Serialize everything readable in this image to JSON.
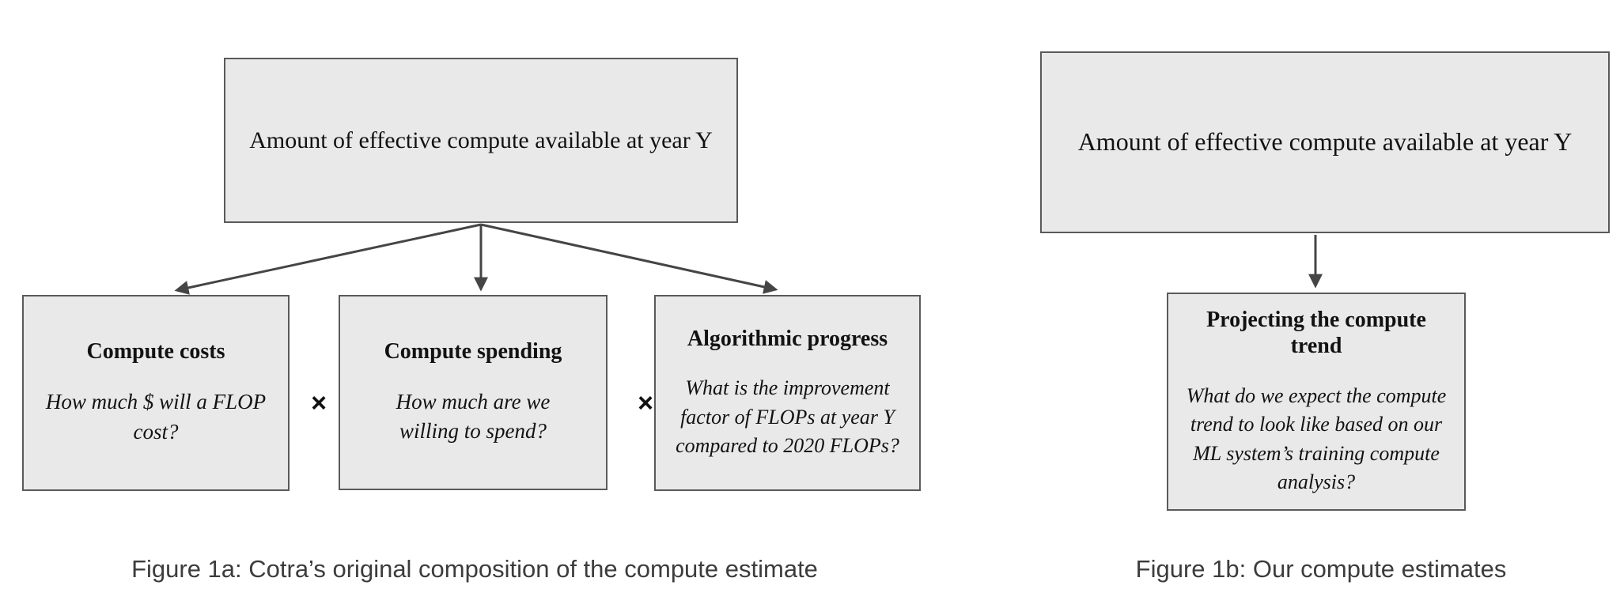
{
  "figure_1a": {
    "caption": "Figure 1a: Cotra’s original composition of the compute estimate",
    "root_box": "Amount of effective compute available at year Y",
    "children": [
      {
        "title": "Compute costs",
        "question": "How much $ will a FLOP cost?"
      },
      {
        "title": "Compute spending",
        "question": "How much are we willing to spend?"
      },
      {
        "title": "Algorithmic progress",
        "question": "What is the improvement factor of FLOPs at year Y compared to 2020 FLOPs?"
      }
    ],
    "operators": [
      "×",
      "×"
    ]
  },
  "figure_1b": {
    "caption": "Figure 1b: Our compute estimates",
    "root_box": "Amount of effective compute available at year Y",
    "children": [
      {
        "title": "Projecting the compute trend",
        "question": "What do we expect the compute trend to look like based on our ML system’s training compute analysis?"
      }
    ]
  },
  "colors": {
    "box_fill": "#e9e9e9",
    "box_border": "#5a5a5a",
    "arrow": "#454545",
    "box_text": "#121212",
    "caption_text": "#3c3c3c",
    "background": "#ffffff"
  }
}
